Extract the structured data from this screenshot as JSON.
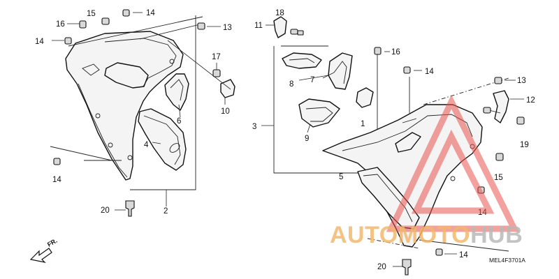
{
  "diagram": {
    "callouts": {
      "c1": "1",
      "c2": "2",
      "c3": "3",
      "c4": "4",
      "c5": "5",
      "c6": "6",
      "c7": "7",
      "c8": "8",
      "c9": "9",
      "c10": "10",
      "c11": "11",
      "c12": "12",
      "c13a": "13",
      "c13b": "13",
      "c14a": "14",
      "c14b": "14",
      "c14c": "14",
      "c14d": "14",
      "c14e": "14",
      "c14f": "14",
      "c15a": "15",
      "c15b": "15",
      "c16a": "16",
      "c16b": "16",
      "c17": "17",
      "c18": "18",
      "c19": "19",
      "c20a": "20",
      "c20b": "20"
    },
    "direction_label": "FR.",
    "diagram_code": "MEL4F3701A"
  },
  "watermark": {
    "part_a": "AUTO",
    "part_b": "MOTO",
    "part_c": "HUB",
    "colors": {
      "auto": "#f2b76a",
      "hub": "#b9b9b9",
      "triangle": "#e9544f"
    }
  }
}
